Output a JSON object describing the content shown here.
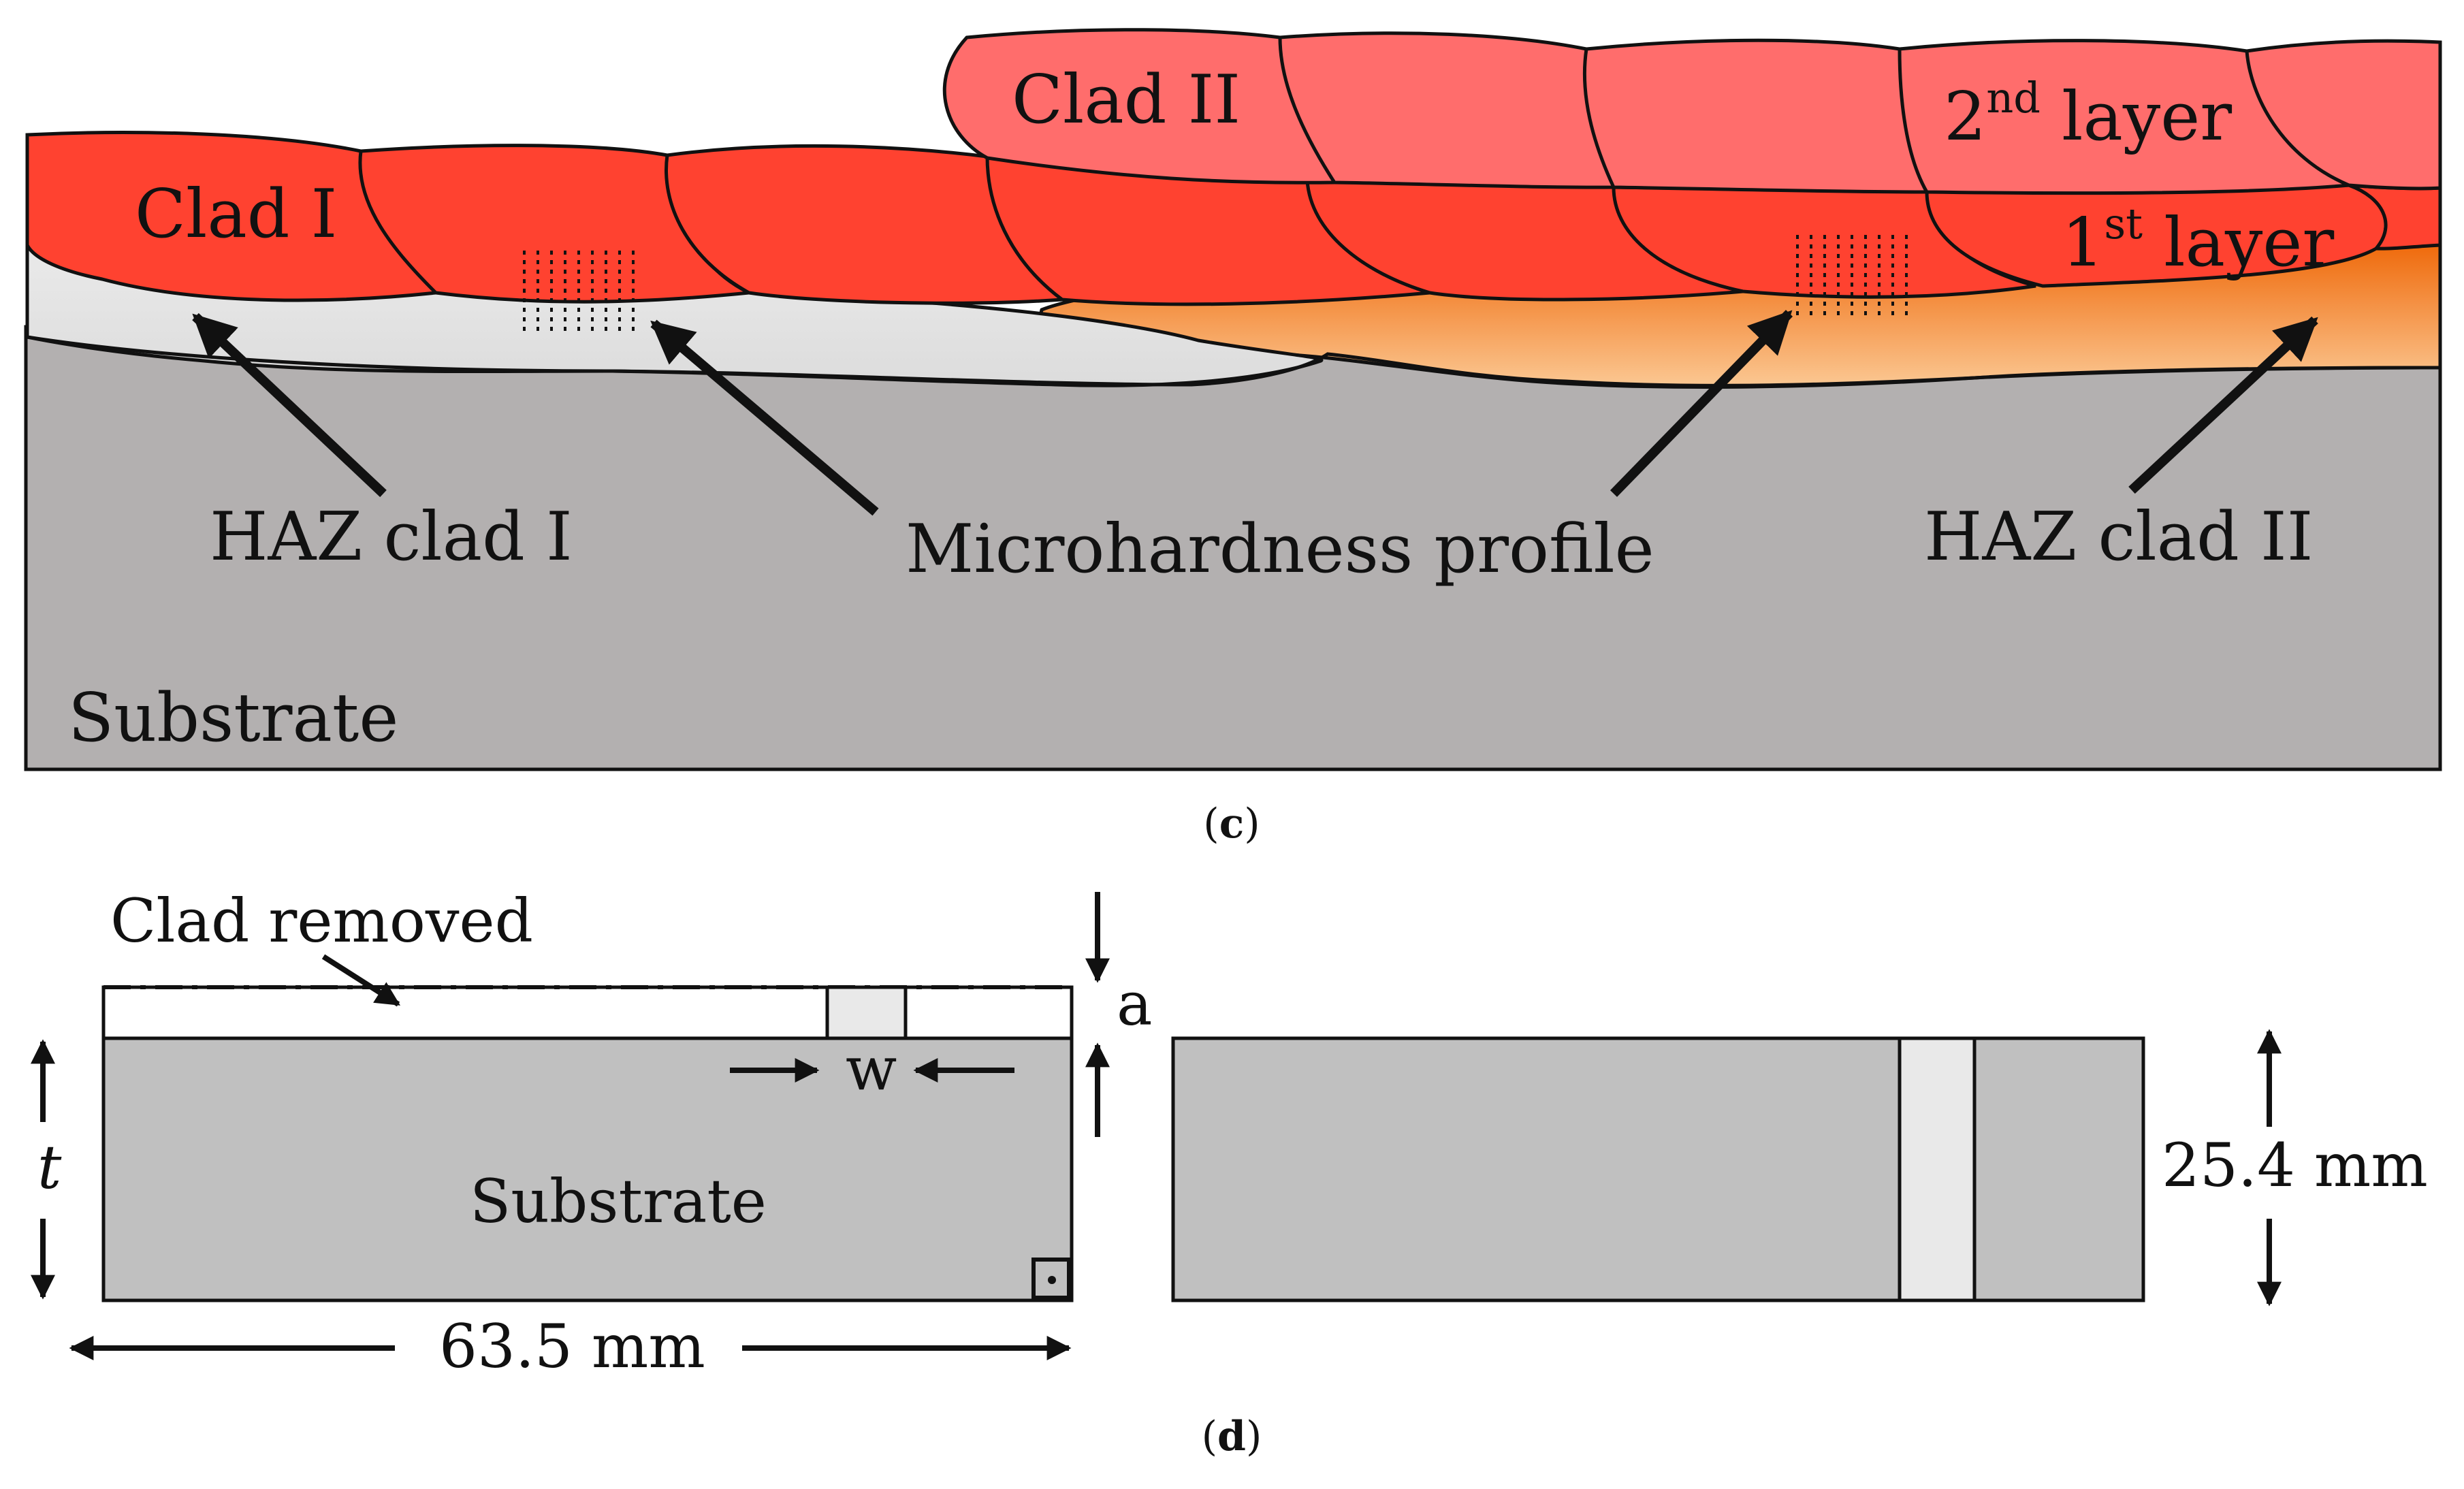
{
  "panel_c": {
    "clad1": "Clad I",
    "clad2": "Clad II",
    "layer2_num": "2",
    "layer2_sup": "nd",
    "layer2_word": " layer",
    "layer1_num": "1",
    "layer1_sup": "st",
    "layer1_word": " layer",
    "haz1": "HAZ clad I",
    "profile": "Microhardness profile",
    "haz2": "HAZ clad II",
    "substrate": "Substrate",
    "caption_open": "(",
    "caption_letter": "c",
    "caption_close": ")"
  },
  "panel_d": {
    "clad_removed": "Clad removed",
    "a": "a",
    "w": "w",
    "t": "t",
    "substrate": "Substrate",
    "length": "63.5 mm",
    "width": "25.4 mm",
    "caption_open": "(",
    "caption_letter": "d",
    "caption_close": ")"
  },
  "colors": {
    "substrate": "#b3b0b0",
    "haz_clad_1": "#e2e2e2",
    "haz_clad_2": "#f58a22",
    "clad_1st_layer": "#ff4230",
    "clad_2nd_layer": "#ff6d6c",
    "specimen": "#c0c0c0",
    "notch": "#e9e9e9"
  }
}
